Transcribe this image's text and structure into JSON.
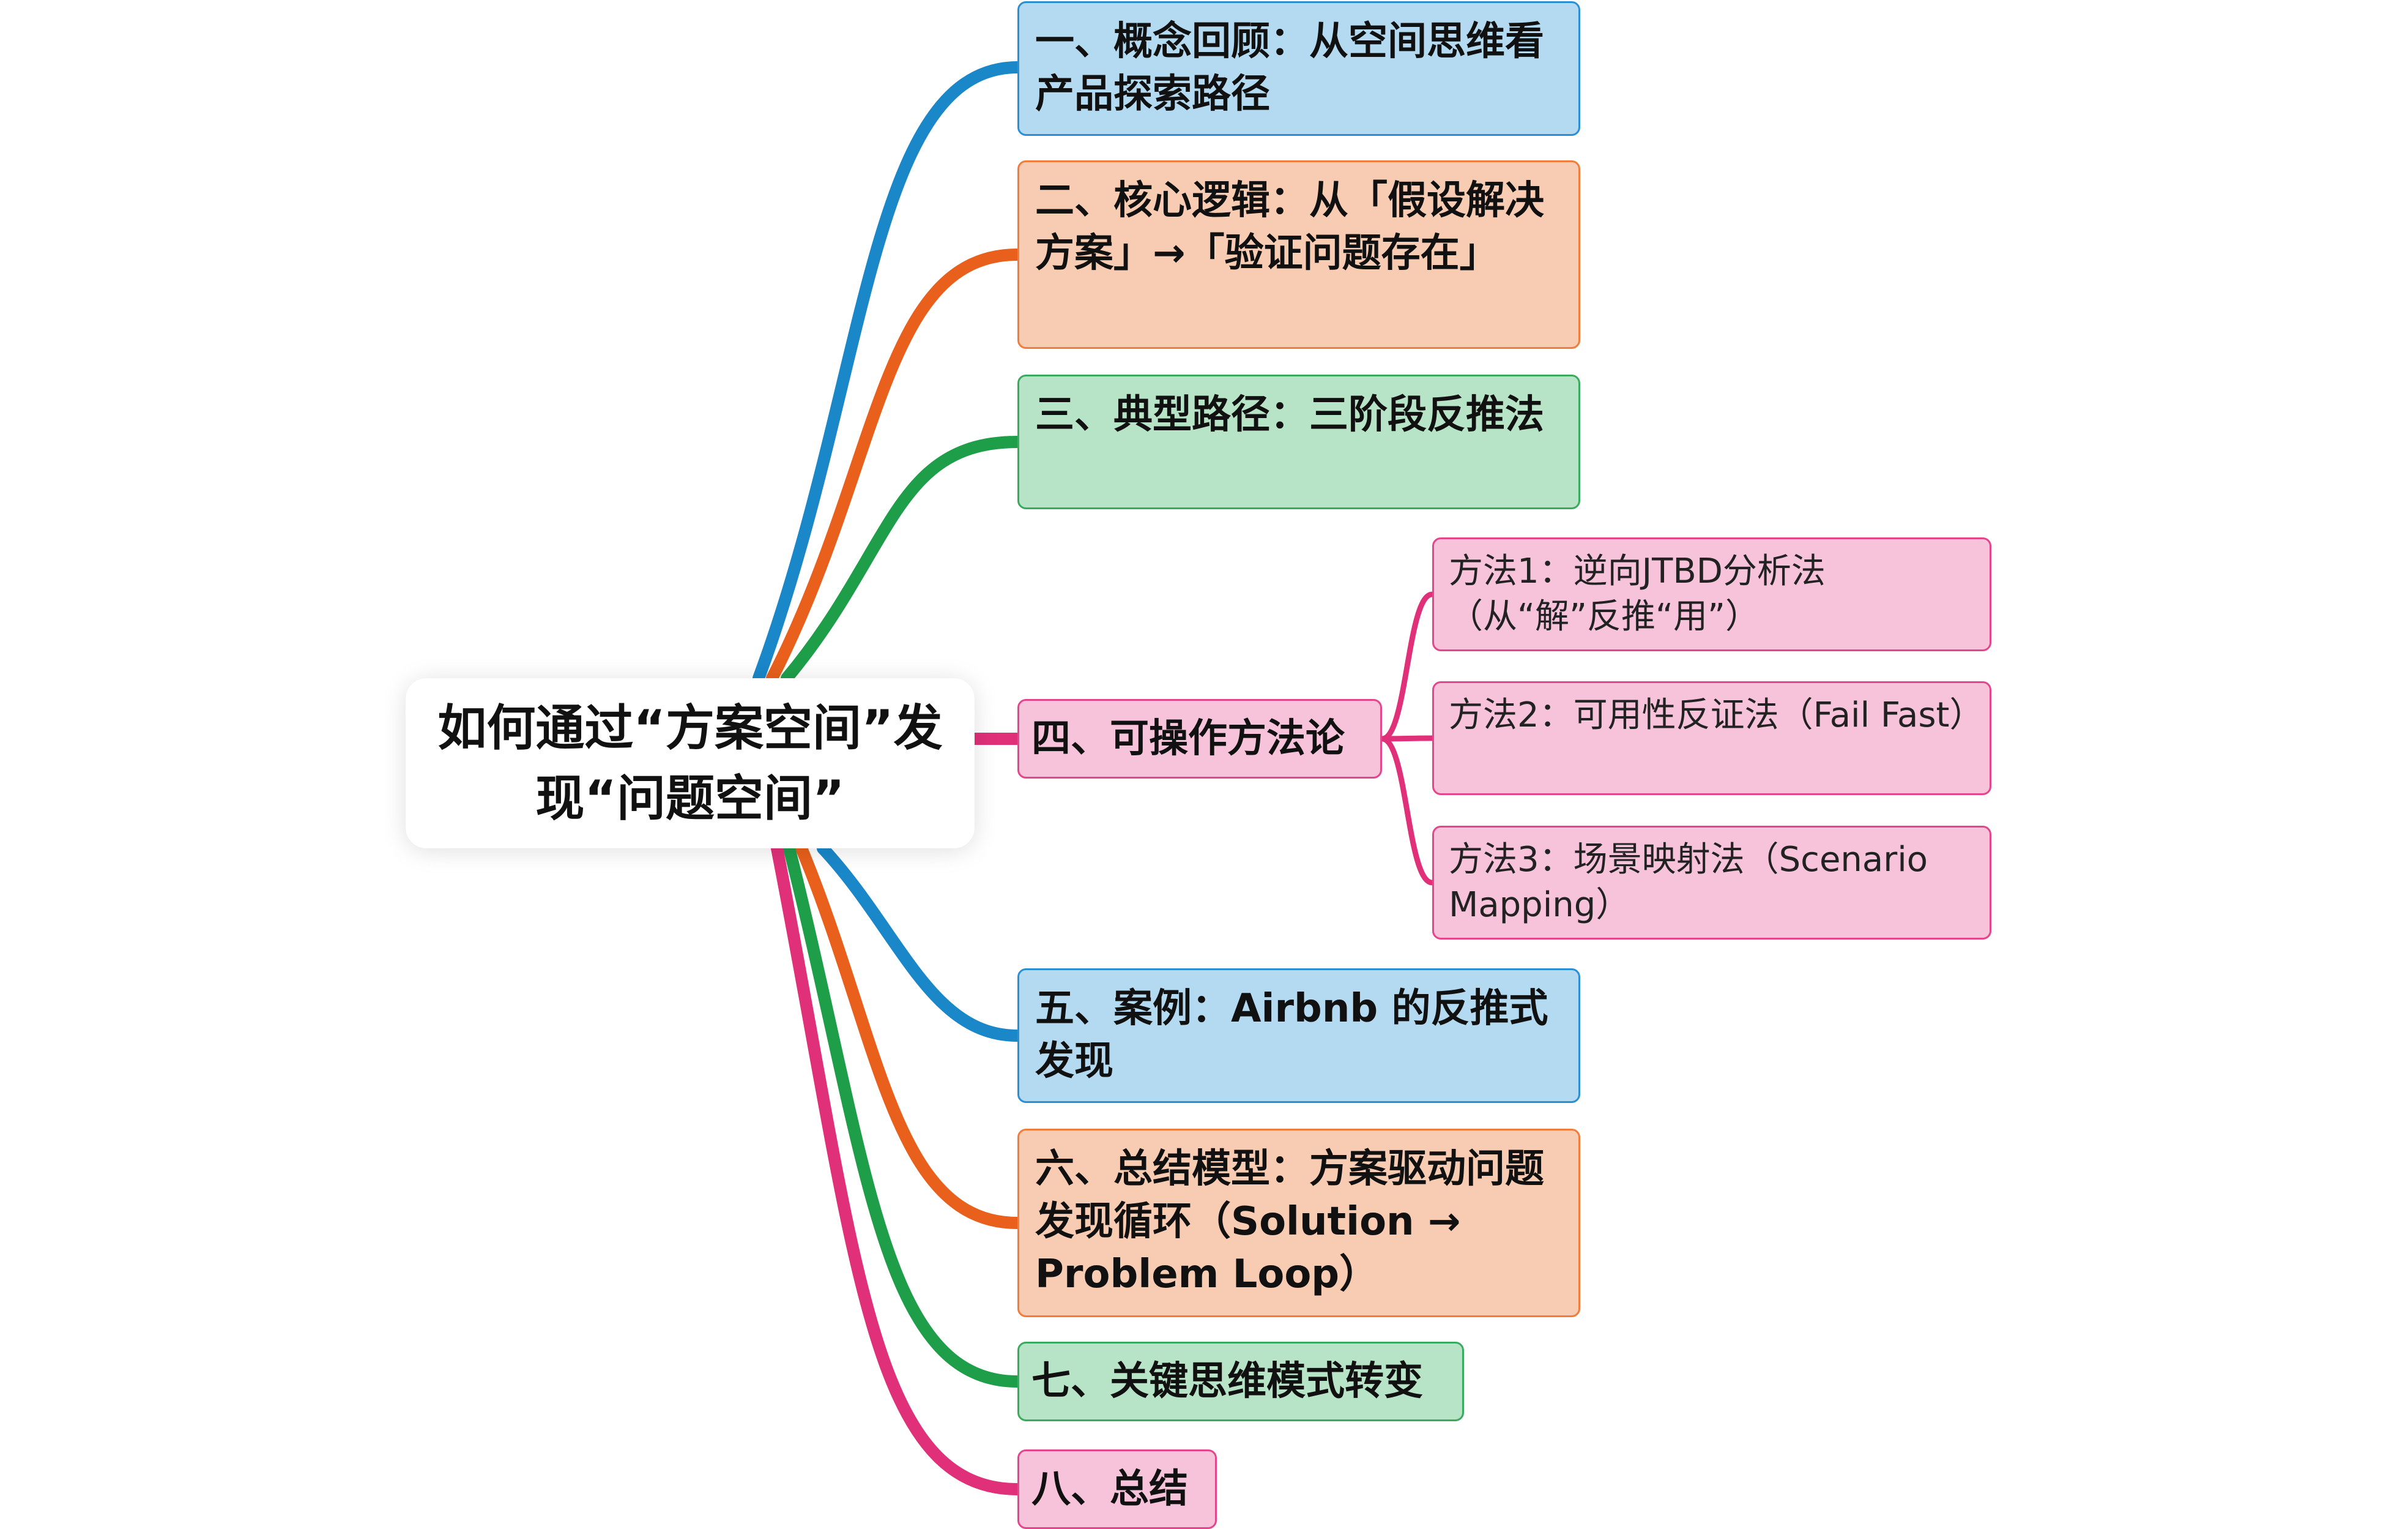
{
  "root": {
    "title": "如何通过“方案空间”发现“问题空间”"
  },
  "branches": [
    {
      "id": "b1",
      "label": "一、概念回顾：从空间思维看产品探索路径",
      "color": "blue"
    },
    {
      "id": "b2",
      "label": "二、核心逻辑：从「假设解决方案」→「验证问题存在」",
      "color": "orange"
    },
    {
      "id": "b3",
      "label": "三、典型路径：三阶段反推法",
      "color": "green"
    },
    {
      "id": "b4",
      "label": "四、可操作方法论",
      "color": "pink",
      "children": [
        {
          "label": "方法1：逆向JTBD分析法（从“解”反推“用”）"
        },
        {
          "label": "方法2：可用性反证法（Fail Fast）"
        },
        {
          "label": "方法3：场景映射法（Scenario Mapping）"
        }
      ]
    },
    {
      "id": "b5",
      "label": "五、案例：Airbnb 的反推式发现",
      "color": "blue"
    },
    {
      "id": "b6",
      "label": "六、总结模型：方案驱动问题发现循环（Solution → Problem Loop）",
      "color": "orange"
    },
    {
      "id": "b7",
      "label": "七、关键思维模式转变",
      "color": "green"
    },
    {
      "id": "b8",
      "label": "八、总结",
      "color": "pink"
    }
  ],
  "colors": {
    "blue": "#1a87c9",
    "orange": "#e8601c",
    "green": "#1f9e4a",
    "pink": "#e0307a"
  }
}
